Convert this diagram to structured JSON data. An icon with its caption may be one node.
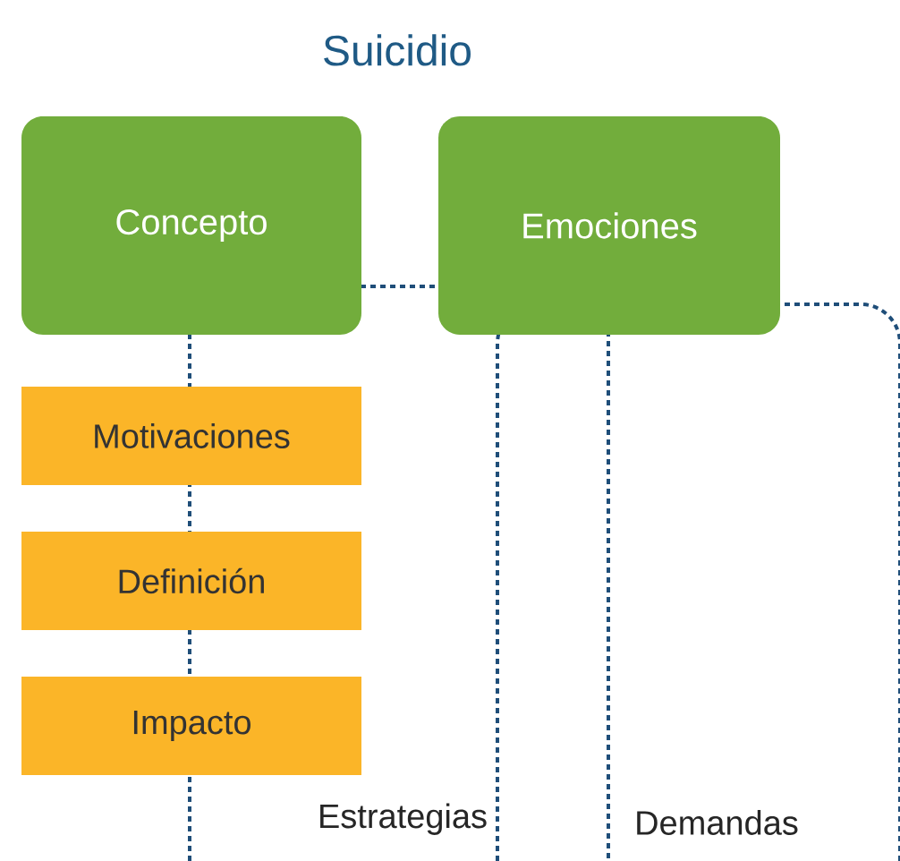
{
  "diagram": {
    "title": "Suicidio",
    "nodes": [
      {
        "text": [
          "Concepto"
        ]
      },
      {
        "text": [
          "Emociones"
        ]
      },
      {
        "text": [
          "Motivaciones"
        ]
      },
      {
        "text": [
          "Definición"
        ]
      },
      {
        "text": [
          "Impacto"
        ]
      },
      {
        "text": [
          "Estrategias"
        ]
      },
      {
        "text": [
          "Demandas"
        ]
      }
    ]
  }
}
